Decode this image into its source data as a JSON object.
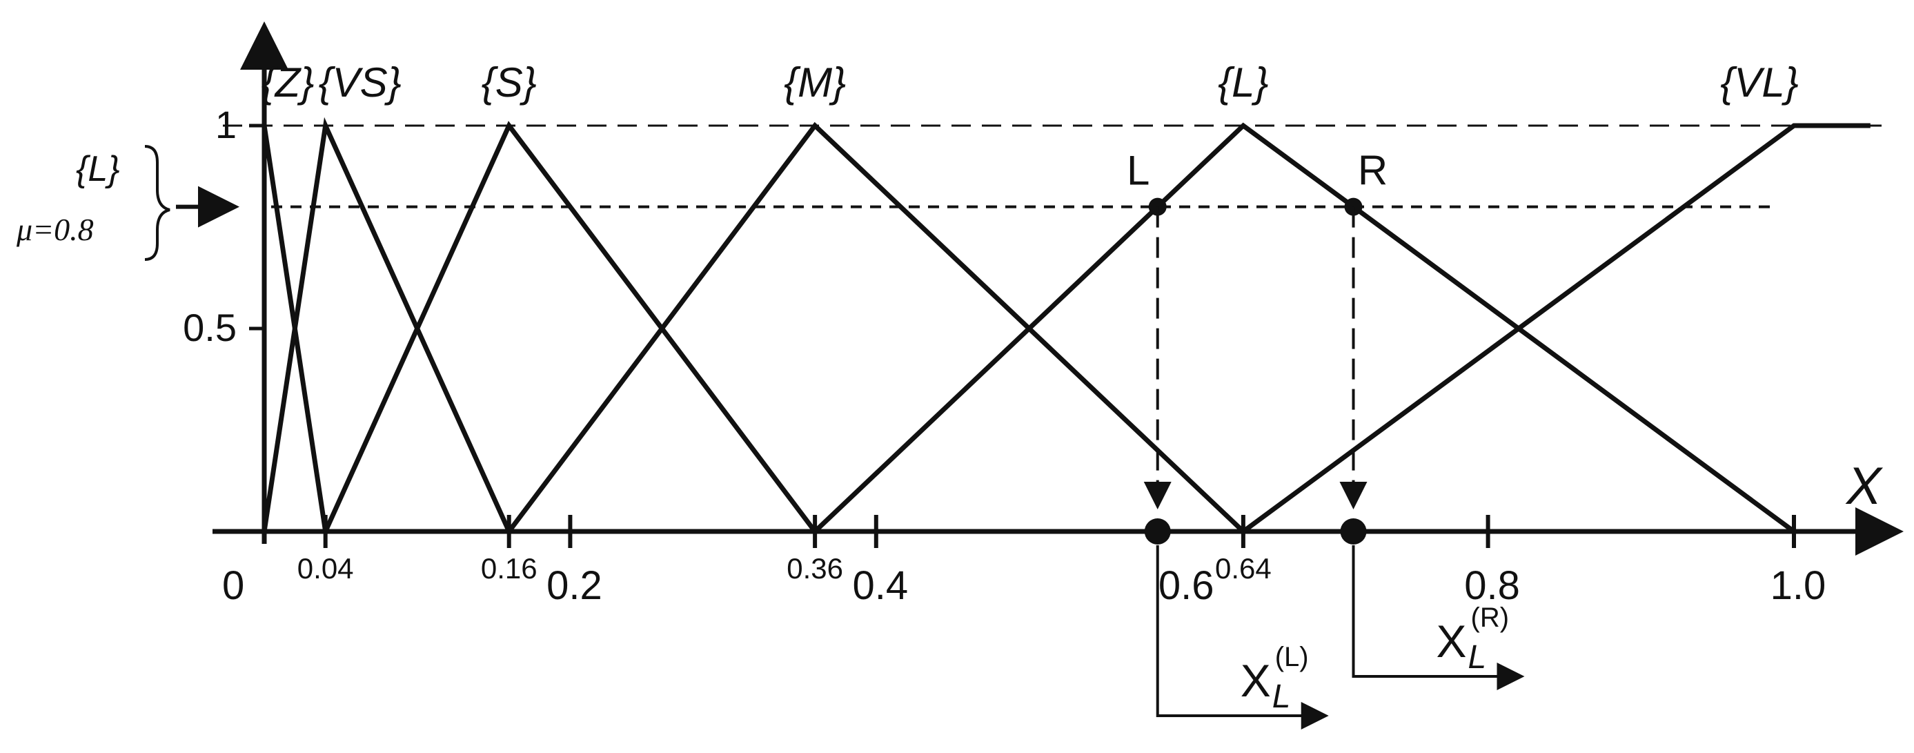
{
  "chart_data": {
    "type": "line",
    "x_axis_label": "X",
    "y_tick_labels": [
      {
        "y": 1.0,
        "label": "1"
      },
      {
        "y": 0.5,
        "label": "0.5"
      }
    ],
    "y_range": [
      0,
      1
    ],
    "x_range": [
      0,
      1.0
    ],
    "origin_label": "0",
    "x_tick_labels": [
      {
        "x": 0.04,
        "label": "0.04",
        "size": "small"
      },
      {
        "x": 0.16,
        "label": "0.16",
        "size": "small"
      },
      {
        "x": 0.2,
        "label": "0.2",
        "size": "large"
      },
      {
        "x": 0.36,
        "label": "0.36",
        "size": "small"
      },
      {
        "x": 0.4,
        "label": "0.4",
        "size": "large"
      },
      {
        "x": 0.6,
        "label": "0.6",
        "size": "large"
      },
      {
        "x": 0.64,
        "label": "0.64",
        "size": "small"
      },
      {
        "x": 0.8,
        "label": "0.8",
        "size": "large"
      },
      {
        "x": 1.0,
        "label": "1.0",
        "size": "large"
      }
    ],
    "x_ticks": [
      0.04,
      0.16,
      0.2,
      0.36,
      0.4,
      0.64,
      0.8,
      1.0
    ],
    "series": [
      {
        "name": "{Z}",
        "points": [
          [
            0,
            1
          ],
          [
            0.04,
            0
          ]
        ]
      },
      {
        "name": "{VS}",
        "points": [
          [
            0,
            0
          ],
          [
            0.04,
            1
          ],
          [
            0.16,
            0
          ]
        ]
      },
      {
        "name": "{S}",
        "points": [
          [
            0.04,
            0
          ],
          [
            0.16,
            1
          ],
          [
            0.36,
            0
          ]
        ]
      },
      {
        "name": "{M}",
        "points": [
          [
            0.16,
            0
          ],
          [
            0.36,
            1
          ],
          [
            0.64,
            0
          ]
        ]
      },
      {
        "name": "{L}",
        "points": [
          [
            0.36,
            0
          ],
          [
            0.64,
            1
          ],
          [
            1.0,
            0
          ]
        ]
      },
      {
        "name": "{VL}",
        "points": [
          [
            0.64,
            0
          ],
          [
            1.0,
            1
          ],
          [
            1.05,
            1
          ]
        ]
      }
    ],
    "cut_level": {
      "value": 0.8,
      "label_set": "{L}",
      "label_mu": "μ=0.8"
    },
    "cut_points": [
      {
        "label": "L",
        "x": 0.584,
        "y": 0.8,
        "result_label": "X",
        "result_sub": "L",
        "result_sup": "(L)"
      },
      {
        "label": "R",
        "x": 0.712,
        "y": 0.8,
        "result_label": "X",
        "result_sub": "L",
        "result_sup": "(R)"
      }
    ]
  }
}
